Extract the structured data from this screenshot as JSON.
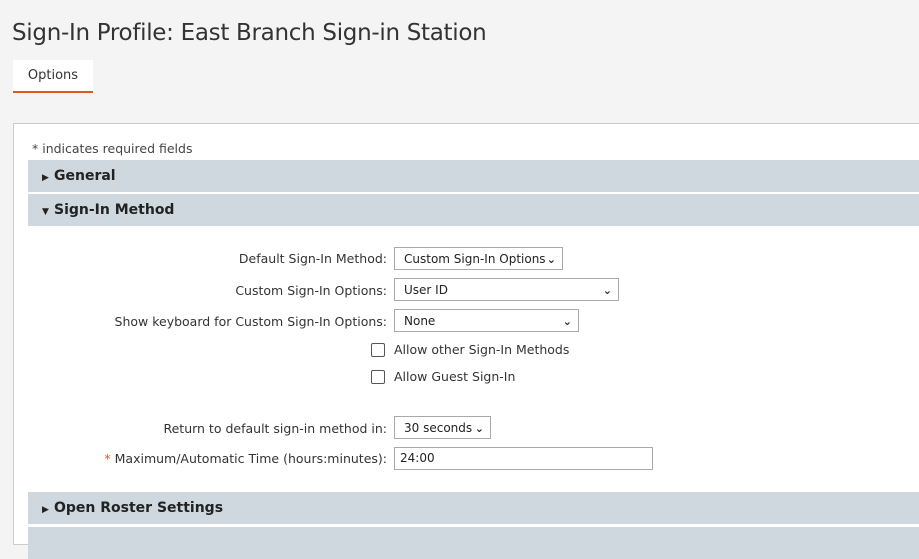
{
  "page": {
    "title": "Sign-In Profile: East Branch Sign-in Station"
  },
  "tabs": [
    {
      "label": "Options",
      "active": true
    }
  ],
  "required_note": "* indicates required fields",
  "sections": [
    {
      "label": "General",
      "expanded": false
    },
    {
      "label": "Sign-In Method",
      "expanded": true
    },
    {
      "label": "Open Roster Settings",
      "expanded": false
    }
  ],
  "form": {
    "default_method": {
      "label": "Default Sign-In Method:",
      "value": "Custom Sign-In Options"
    },
    "custom_options": {
      "label": "Custom Sign-In Options:",
      "value": "User ID"
    },
    "show_keyboard": {
      "label": "Show keyboard for Custom Sign-In Options:",
      "value": "None"
    },
    "allow_other": {
      "label": "Allow other Sign-In Methods",
      "checked": false
    },
    "allow_guest": {
      "label": "Allow Guest Sign-In",
      "checked": false
    },
    "return_default": {
      "label": "Return to default sign-in method in:",
      "value": "30 seconds"
    },
    "max_time": {
      "required_mark": "*",
      "label": "Maximum/Automatic Time (hours:minutes):",
      "value": "24:00"
    }
  },
  "colors": {
    "accent": "#e05a1a",
    "section_bar": "#cfd8de"
  }
}
